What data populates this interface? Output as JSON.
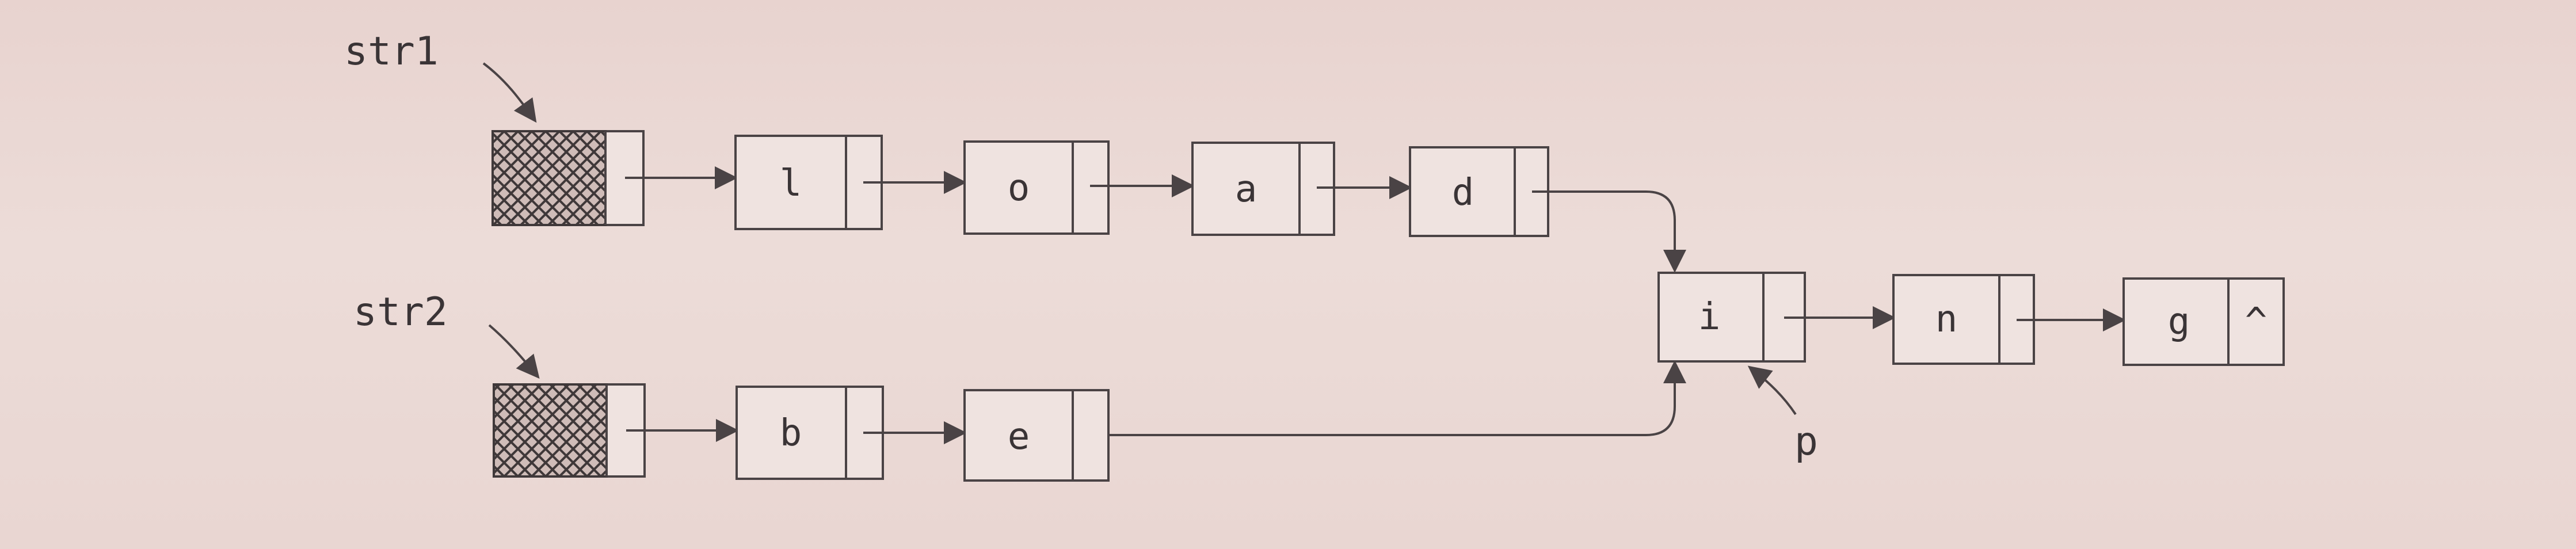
{
  "diagram": {
    "pointers": {
      "str1": "str1",
      "str2": "str2",
      "p": "p"
    },
    "list1": [
      "l",
      "o",
      "a",
      "d"
    ],
    "list2": [
      "b",
      "e"
    ],
    "shared": [
      "i",
      "n",
      "g"
    ],
    "null_marker": "^"
  },
  "colors": {
    "background": "#ead8d4",
    "stroke": "#4a4345",
    "text": "#3a3436"
  }
}
